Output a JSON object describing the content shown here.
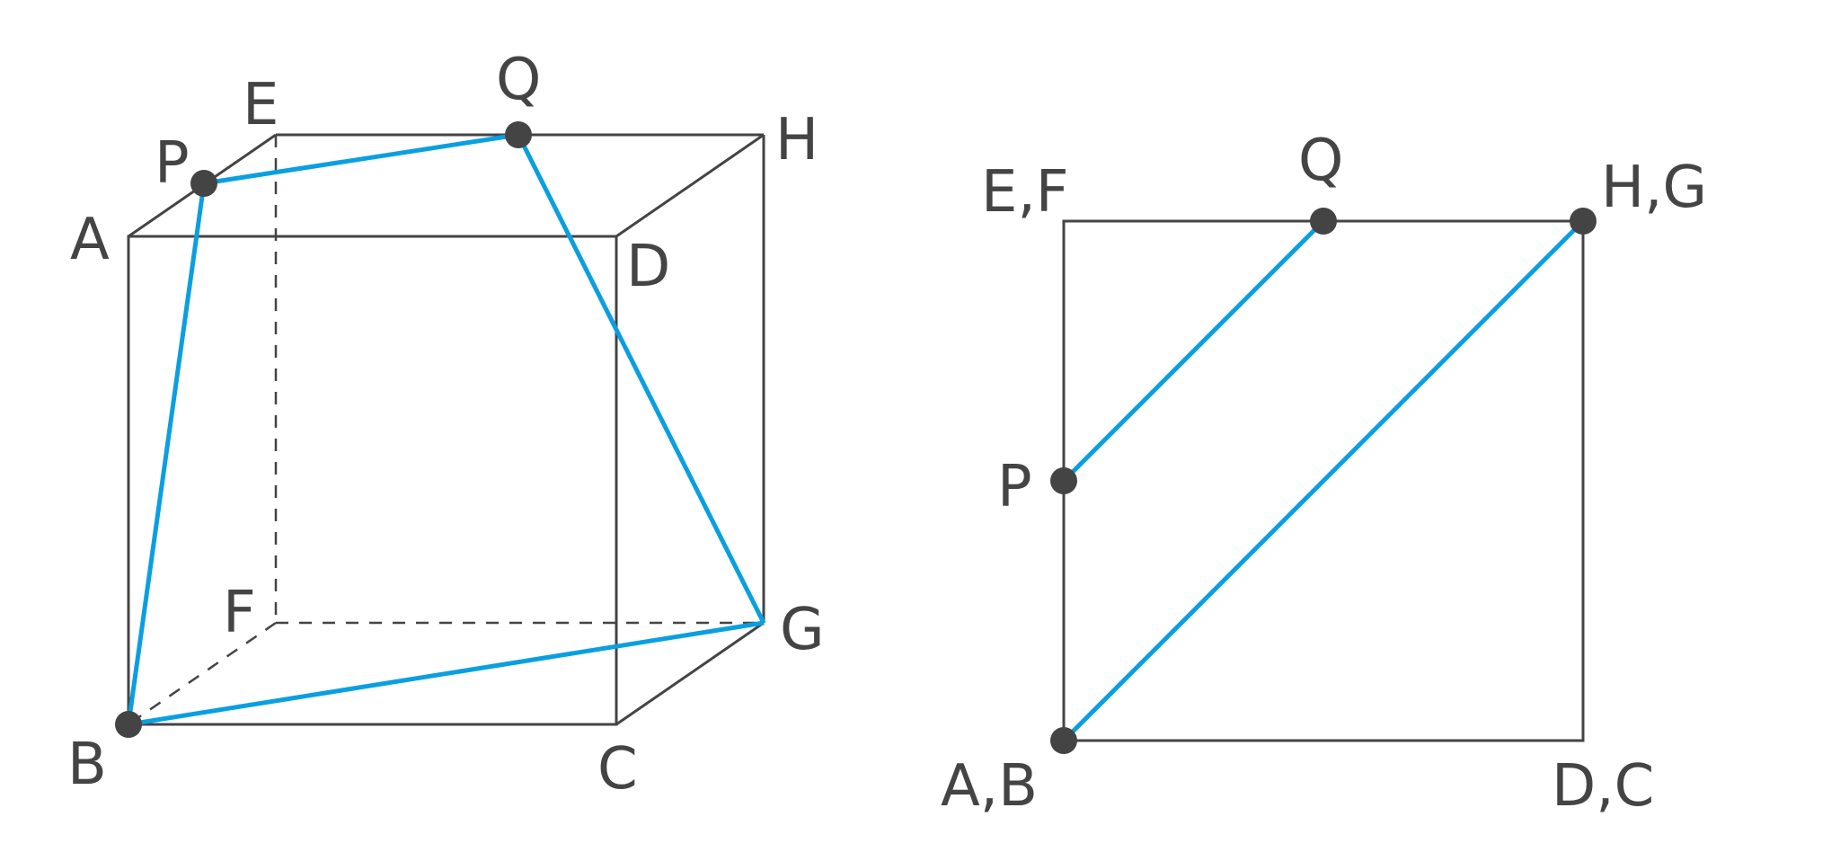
{
  "colors": {
    "edge": "#444444",
    "path": "#0a9fe0",
    "point": "#444444",
    "background": "#ffffff"
  },
  "cube": {
    "labels": {
      "A": "A",
      "B": "B",
      "C": "C",
      "D": "D",
      "E": "E",
      "F": "F",
      "G": "G",
      "H": "H",
      "P": "P",
      "Q": "Q"
    }
  },
  "net": {
    "labels": {
      "EF": "E,F",
      "Q": "Q",
      "HG": "H,G",
      "P": "P",
      "AB": "A,B",
      "DC": "D,C"
    }
  }
}
